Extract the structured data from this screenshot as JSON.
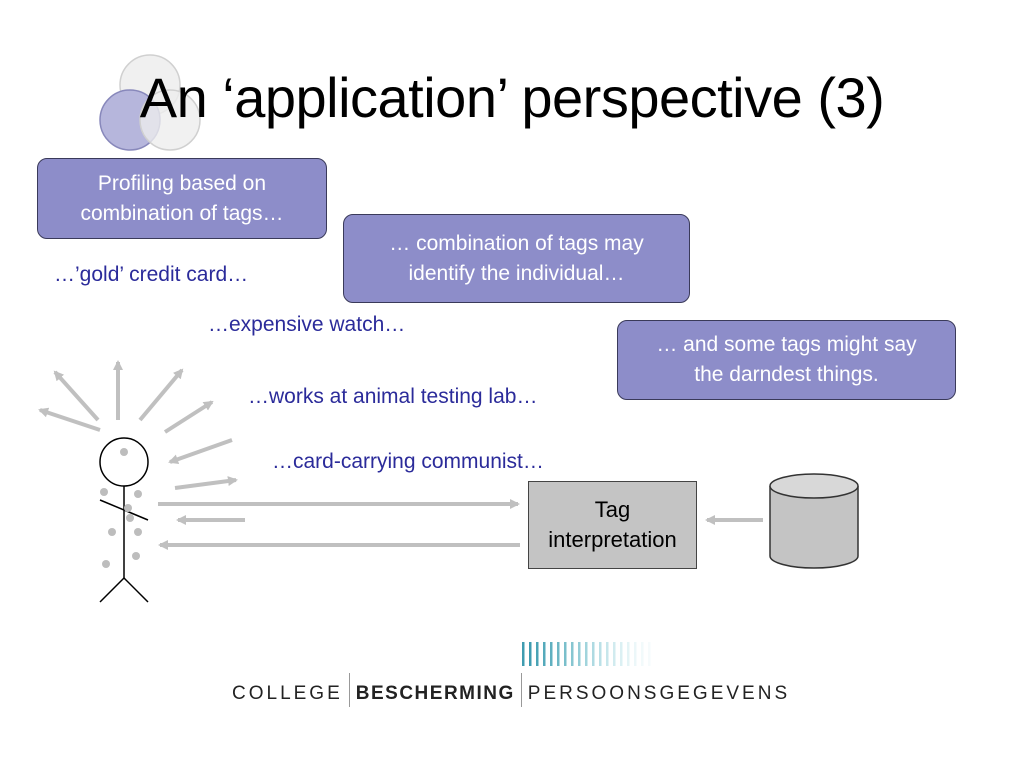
{
  "slide": {
    "title": "An ‘application’ perspective (3)"
  },
  "callouts": [
    {
      "text": "Profiling based on\ncombination of tags…"
    },
    {
      "text": "… combination of tags may\nidentify the individual…"
    },
    {
      "text": "… and some tags might say\nthe darndest things."
    }
  ],
  "tag_phrases": [
    "…’gold’ credit card…",
    "…expensive watch…",
    "…works at animal testing lab…",
    "…card-carrying communist…"
  ],
  "diagram": {
    "interpretation_box": "Tag\ninterpretation"
  },
  "logo": {
    "part1": "COLLEGE",
    "part2": "BESCHERMING",
    "part3": "PERSOONSGEGEVENS"
  },
  "colors": {
    "callout_fill": "#8d8dc9",
    "phrase_text": "#2b2b9a",
    "arrow": "#c0c0c0",
    "logo_bars": "#4aa3b5"
  }
}
